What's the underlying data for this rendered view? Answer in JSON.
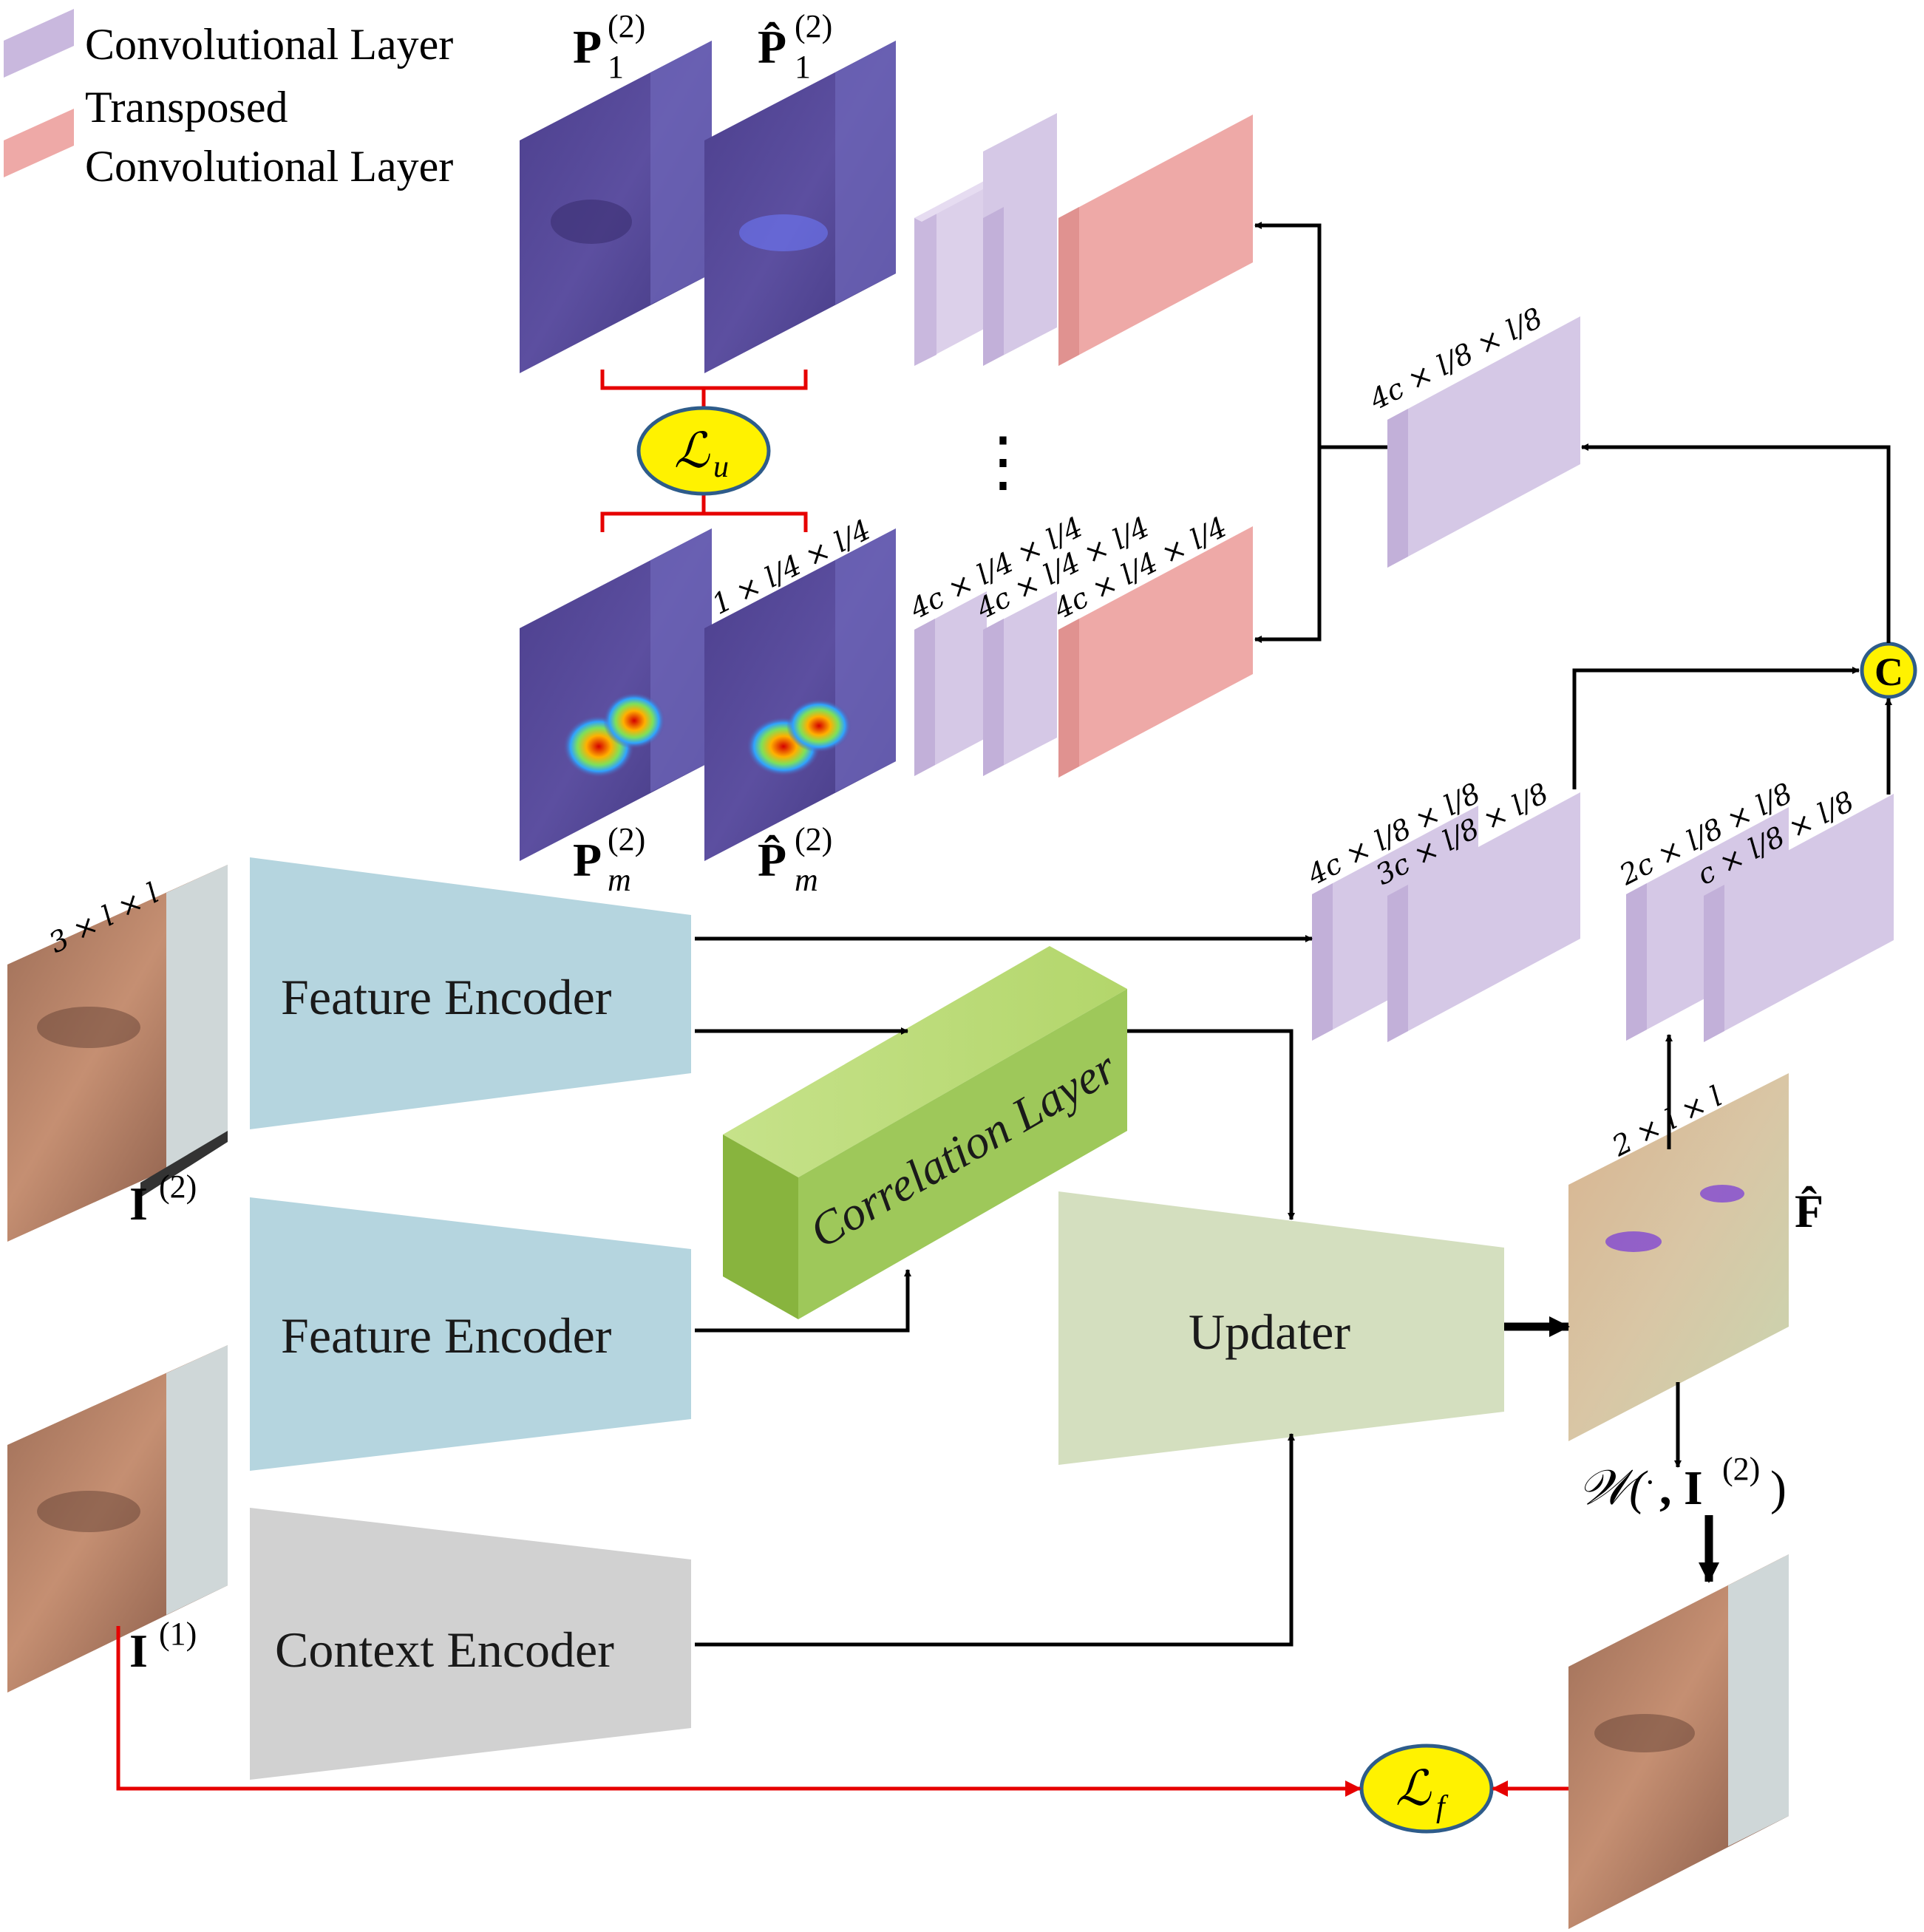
{
  "legend": {
    "conv_label": "Convolutional Layer",
    "tconv_label_1": "Transposed",
    "tconv_label_2": "Convolutional Layer"
  },
  "colors": {
    "conv": "#c9b8de",
    "tconv": "#eea9a7",
    "feature_encoder": "#b5d5df",
    "context_encoder": "#d1d1d1",
    "updater": "#d4dfbf",
    "correlation": "#a9cc66",
    "loss_fill": "#fff200",
    "red_line": "#e60000"
  },
  "blocks": {
    "feature_encoder_top": "Feature Encoder",
    "feature_encoder_bottom": "Feature Encoder",
    "context_encoder": "Context Encoder",
    "correlation_layer": "Correlation Layer",
    "updater": "Updater"
  },
  "images": {
    "i2": "I",
    "i2_sup": "(2)",
    "i1": "I",
    "i1_sup": "(1)",
    "p1": "P",
    "p1_sup": "(2)",
    "p1_sub": "1",
    "p1hat": "P̂",
    "p1hat_sup": "(2)",
    "p1hat_sub": "1",
    "pm": "P",
    "pm_sup": "(2)",
    "pm_sub": "m",
    "pmhat": "P̂",
    "pmhat_sup": "(2)",
    "pmhat_sub": "m",
    "flow": "F̂"
  },
  "dims": {
    "input": "3 × l × l",
    "heatmap": "1 × l/4 × l/4",
    "dec_a": "4c × l/4 × l/4",
    "dec_b": "4c × l/4 × l/4",
    "dec_c": "4c × l/4 × l/4",
    "mid": "4c × l/8 × l/8",
    "enc_a": "4c × l/8 × l/8",
    "enc_b": "3c × l/8 × l/8",
    "flow_a": "2c × l/8 × l/8",
    "flow_b": "c × l/8 × l/8",
    "flow": "2 × l × l"
  },
  "symbols": {
    "loss_u": "ℒ",
    "loss_u_sub": "u",
    "loss_f": "ℒ",
    "loss_f_sub": "f",
    "concat": "C",
    "warp_fn": "𝒲(",
    "warp_arg": "·",
    "warp_img": ", I",
    "warp_sup": "(2)",
    "warp_close": ")",
    "ellipsis": "⋮"
  }
}
